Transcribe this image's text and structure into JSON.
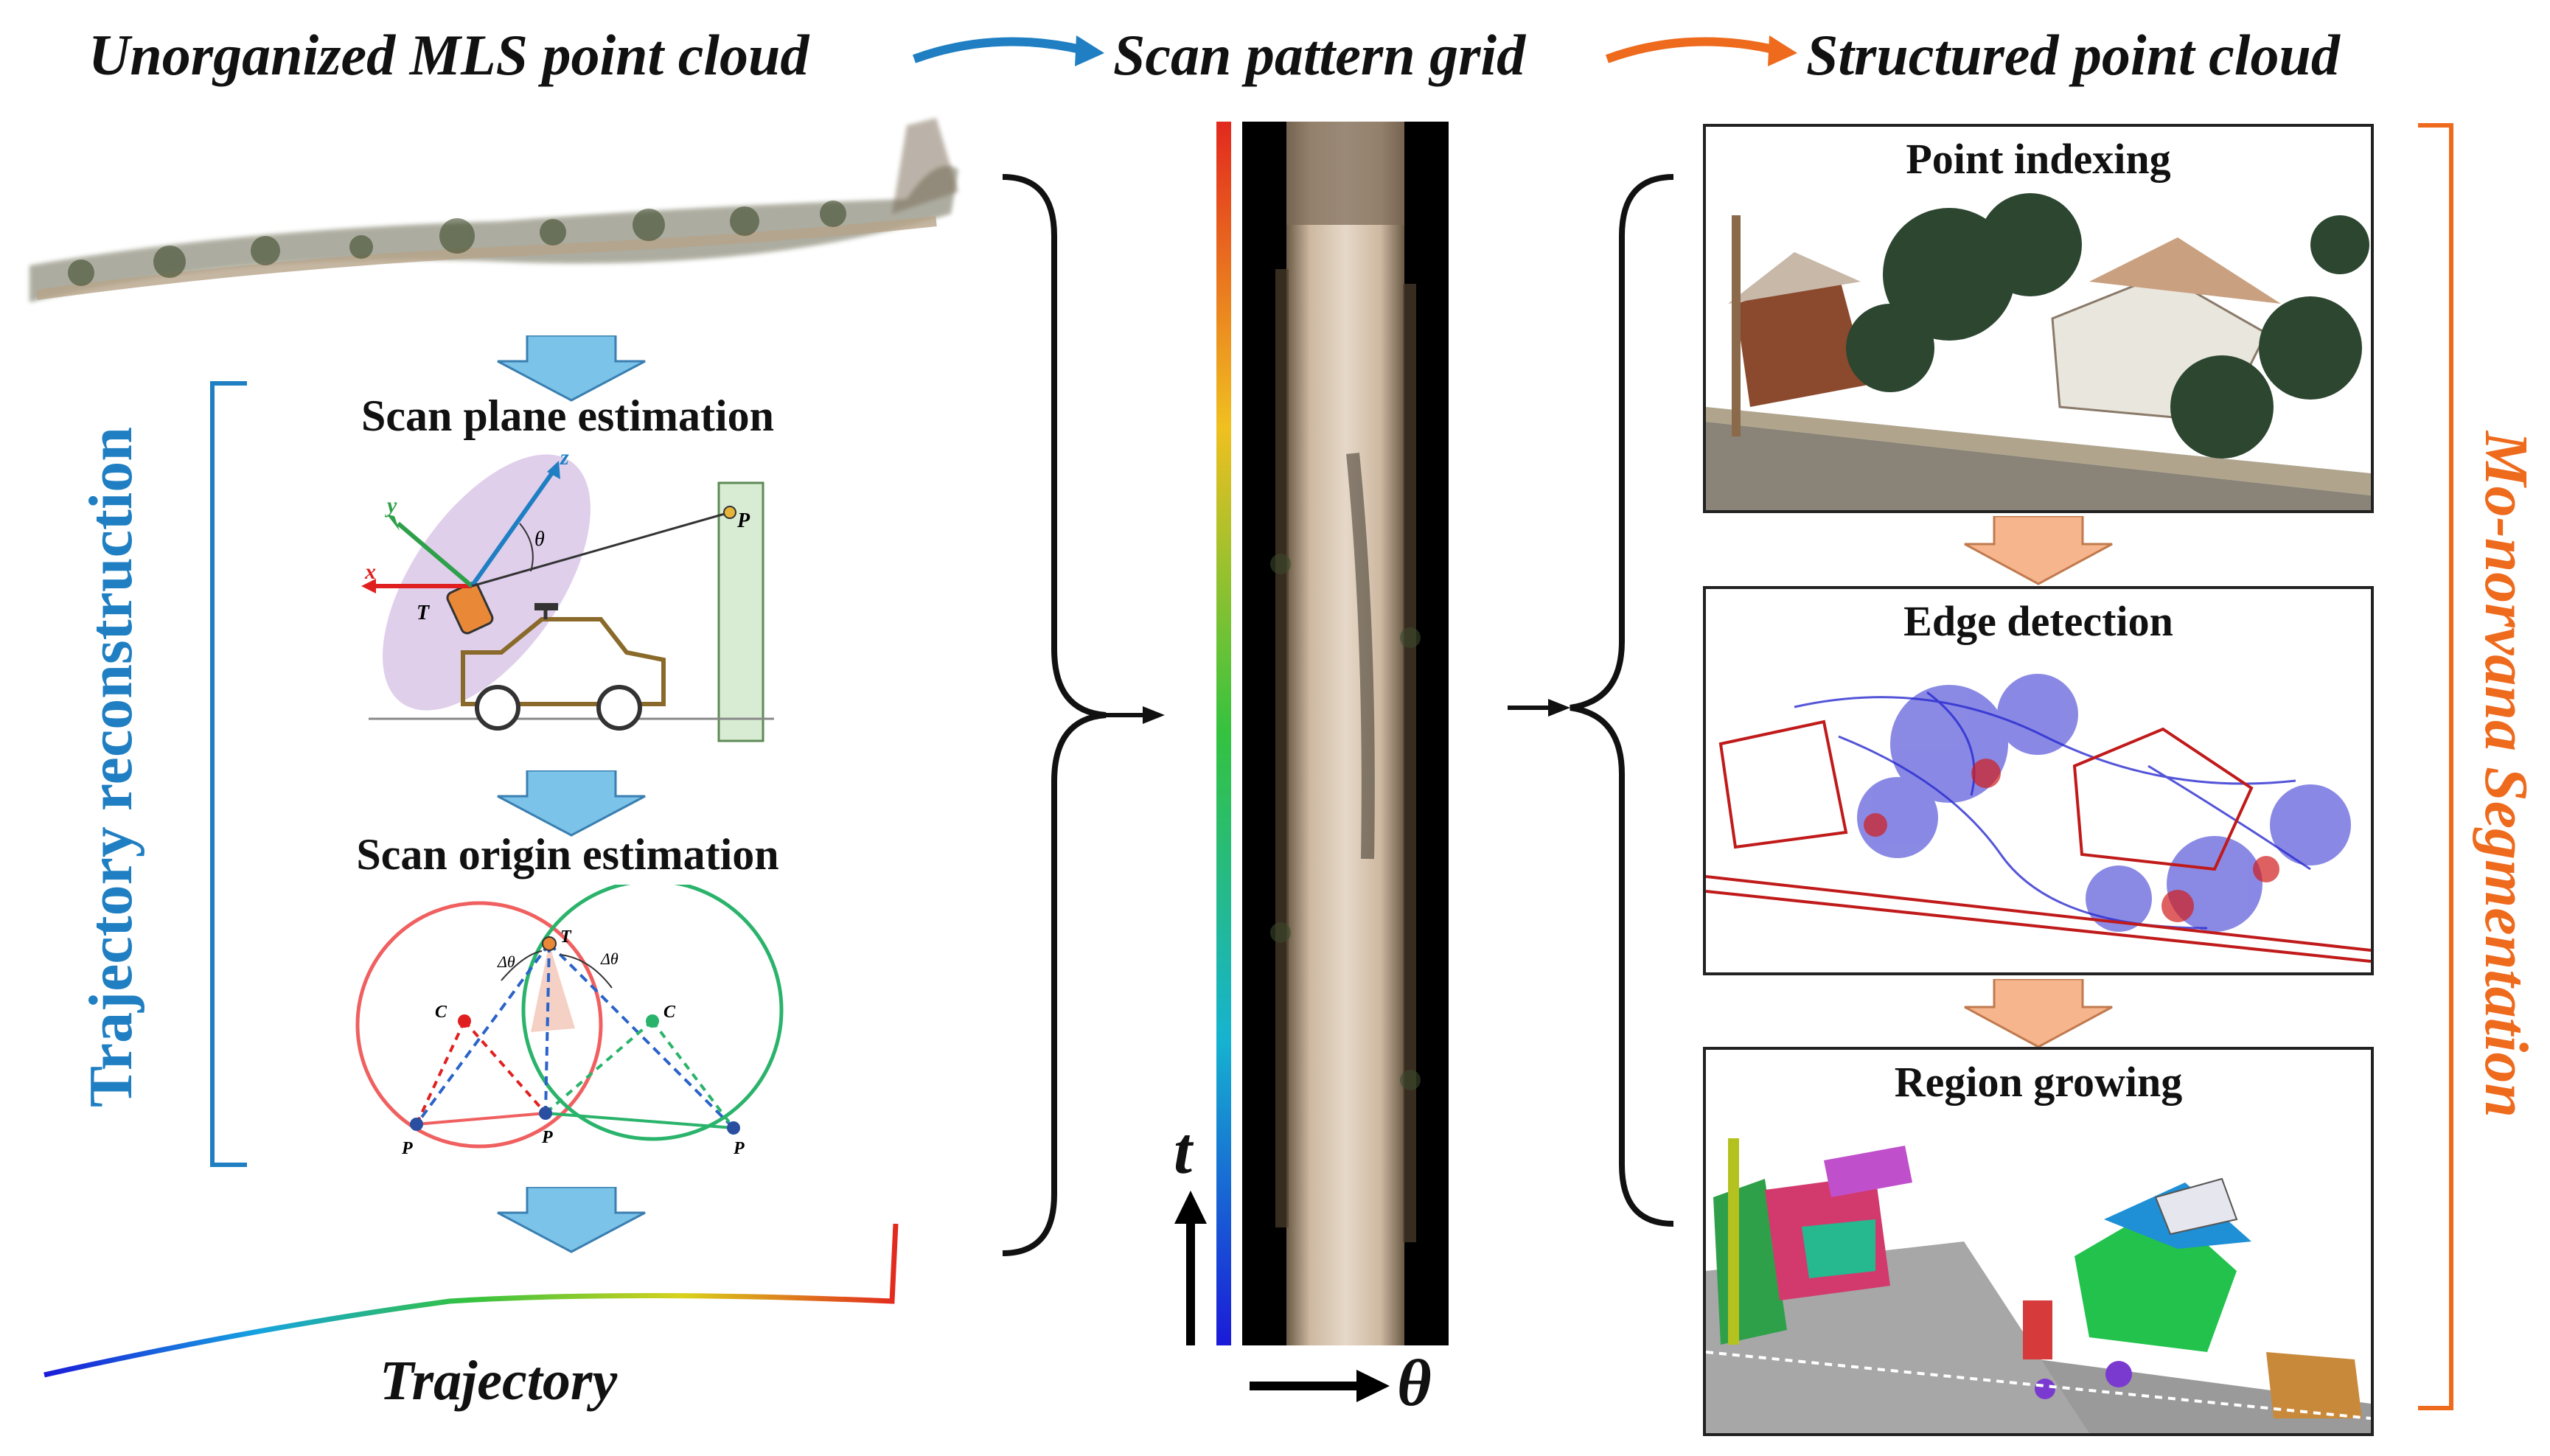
{
  "header": {
    "title_left": "Unorganized MLS point cloud",
    "title_mid": "Scan pattern grid",
    "title_right": "Structured point cloud"
  },
  "left_column": {
    "group_label": "Trajectory reconstruction",
    "step1": "Scan plane estimation",
    "step2": "Scan origin estimation",
    "output_label": "Trajectory",
    "plane_symbols": {
      "y": "y",
      "z": "z",
      "x": "x",
      "theta": "θ",
      "tp": "T",
      "pi": "P"
    },
    "origin_symbols": {
      "tj": "T",
      "ci": "C",
      "cn": "C",
      "pi": "P",
      "pj": "P",
      "pn": "P",
      "dti": "Δθ",
      "dtn": "Δθ"
    }
  },
  "middle_column": {
    "t_axis": "t",
    "theta_axis": "θ"
  },
  "right_column": {
    "group_label": "Mo-norvana Segmentation",
    "panel1": "Point indexing",
    "panel2": "Edge detection",
    "panel3": "Region growing"
  },
  "colors": {
    "blue_accent": "#1f7fc2",
    "orange_accent": "#ee6a1d",
    "down_arrow_blue": "#7cc3ea",
    "down_arrow_orange": "#f6b58d"
  }
}
